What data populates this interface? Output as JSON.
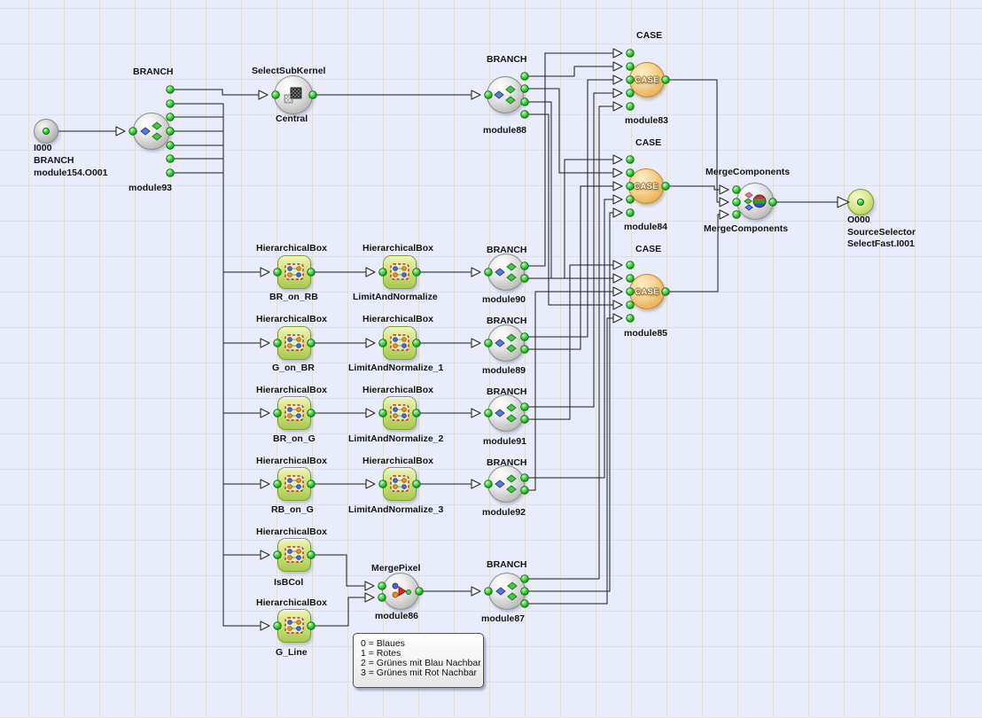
{
  "canvas": {
    "kind": "node-graph-editor"
  },
  "colors": {
    "canvas_bg": "#e9edfb",
    "grid_line": "#e3e0d3",
    "wire": "#1c1c1c",
    "port_green": "#3ece3e",
    "case_node_fill": "#ecb763",
    "hierarchical_box_fill": "#cfe27c",
    "output_node_fill": "#a9c842"
  },
  "nodes": {
    "i000": {
      "lines": [
        "I000",
        "BRANCH",
        "module154.O001"
      ]
    },
    "module93": {
      "title": "BRANCH",
      "name": "module93"
    },
    "central": {
      "title": "SelectSubKernel",
      "name": "Central"
    },
    "module88": {
      "title": "BRANCH",
      "name": "module88"
    },
    "case83": {
      "title": "CASE",
      "label": "CASE",
      "name": "module83"
    },
    "case84": {
      "title": "CASE",
      "label": "CASE",
      "name": "module84"
    },
    "case85": {
      "title": "CASE",
      "label": "CASE",
      "name": "module85"
    },
    "merge": {
      "title": "MergeComponents",
      "name": "MergeComponents"
    },
    "o000": {
      "lines": [
        "O000",
        "SourceSelector",
        "SelectFast.I001"
      ]
    },
    "br_on_rb": {
      "title": "HierarchicalBox",
      "name": "BR_on_RB"
    },
    "limit0": {
      "title": "HierarchicalBox",
      "name": "LimitAndNormalize"
    },
    "module90": {
      "title": "BRANCH",
      "name": "module90"
    },
    "g_on_br": {
      "title": "HierarchicalBox",
      "name": "G_on_BR"
    },
    "limit1": {
      "title": "HierarchicalBox",
      "name": "LimitAndNormalize_1"
    },
    "module89": {
      "title": "BRANCH",
      "name": "module89"
    },
    "br_on_g": {
      "title": "HierarchicalBox",
      "name": "BR_on_G"
    },
    "limit2": {
      "title": "HierarchicalBox",
      "name": "LimitAndNormalize_2"
    },
    "module91": {
      "title": "BRANCH",
      "name": "module91"
    },
    "rb_on_g": {
      "title": "HierarchicalBox",
      "name": "RB_on_G"
    },
    "limit3": {
      "title": "HierarchicalBox",
      "name": "LimitAndNormalize_3"
    },
    "module92": {
      "title": "BRANCH",
      "name": "module92"
    },
    "isbcol": {
      "title": "HierarchicalBox",
      "name": "IsBCol"
    },
    "g_line": {
      "title": "HierarchicalBox",
      "name": "G_Line"
    },
    "module86": {
      "title": "MergePixel",
      "name": "module86"
    },
    "module87": {
      "title": "BRANCH",
      "name": "module87"
    }
  },
  "legend": {
    "lines": [
      "0 = Blaues",
      "1 = Rotes",
      "2 = Grünes mit Blau Nachbar",
      "3 = Grünes mit Rot Nachbar"
    ]
  }
}
